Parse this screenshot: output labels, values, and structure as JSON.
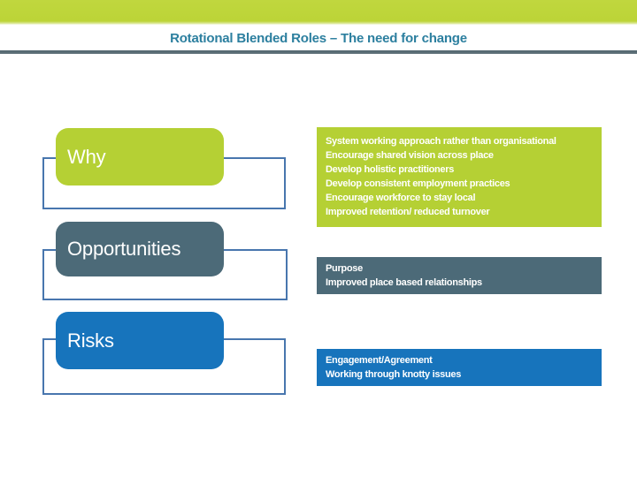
{
  "slide": {
    "title": "Rotational Blended Roles – The need for change"
  },
  "colors": {
    "top_bar_lime": "#C0D73E",
    "lime": "#B5D034",
    "slate": "#4C6A78",
    "blue": "#1774BC",
    "connector_outline": "#4876AE",
    "title_text": "#2C7F9F",
    "divider": "#5A6C74",
    "body_text": "#FFFFFF"
  },
  "rows": [
    {
      "label": "Why",
      "points": [
        "System working approach rather than organisational",
        "Encourage shared vision across place",
        "Develop holistic practitioners",
        "Develop consistent employment practices",
        "Encourage workforce to stay local",
        "Improved retention/ reduced turnover"
      ]
    },
    {
      "label": "Opportunities",
      "points": [
        "Purpose",
        "Improved place based relationships"
      ]
    },
    {
      "label": "Risks",
      "points": [
        "Engagement/Agreement",
        "Working through knotty issues"
      ]
    }
  ]
}
